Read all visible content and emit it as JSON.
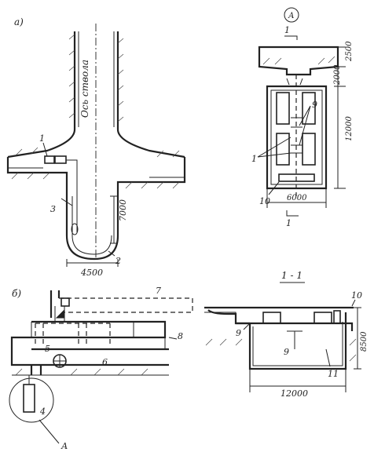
{
  "panels": {
    "a": {
      "label": "а)",
      "shaft_axis": "Ось ствола",
      "dimensions": {
        "depth": "7000",
        "width": "4500"
      },
      "callouts": [
        "1",
        "2",
        "3"
      ]
    },
    "a_plan": {
      "label": "А",
      "section_mark": "1",
      "dimensions": {
        "top": "2500",
        "middle": "2000",
        "total": "12000",
        "width": "6000"
      },
      "callouts": [
        "9",
        "1",
        "10"
      ]
    },
    "b": {
      "label": "б)",
      "callouts": [
        "7",
        "8",
        "6",
        "5",
        "4",
        "А"
      ]
    },
    "section": {
      "title": "1 - 1",
      "dimensions": {
        "height": "8500",
        "length": "12000"
      },
      "callouts": [
        "10",
        "9",
        "9",
        "11"
      ]
    }
  }
}
